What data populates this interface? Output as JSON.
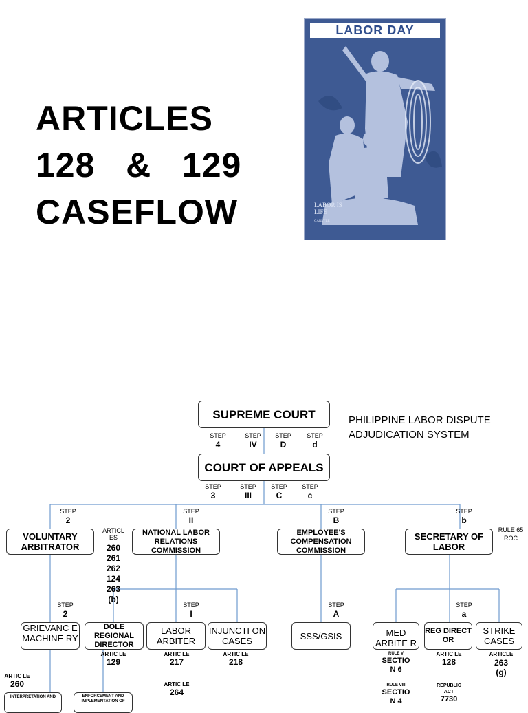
{
  "slide": {
    "title_lines": [
      "ARTICLES",
      "128   &   129",
      "CASEFLOW"
    ]
  },
  "stamp": {
    "banner": "LABOR DAY",
    "motto": "LABOR IS LIFE",
    "author": "CARLYLE"
  },
  "diagram": {
    "heading_line1": "PHILIPPINE LABOR DISPUTE",
    "heading_line2": "ADJUDICATION SYSTEM",
    "supreme_court": "SUPREME COURT",
    "court_of_appeals": "COURT OF APPEALS",
    "steps_top": [
      {
        "label": "STEP",
        "value": "4"
      },
      {
        "label": "STEP",
        "value": "IV"
      },
      {
        "label": "STEP",
        "value": "D"
      },
      {
        "label": "STEP",
        "value": "d"
      }
    ],
    "steps_mid": [
      {
        "label": "STEP",
        "value": "3"
      },
      {
        "label": "STEP",
        "value": "III"
      },
      {
        "label": "STEP",
        "value": "C"
      },
      {
        "label": "STEP",
        "value": "c"
      }
    ],
    "steps_branch": [
      {
        "label": "STEP",
        "value": "2"
      },
      {
        "label": "STEP",
        "value": "II"
      },
      {
        "label": "STEP",
        "value": "B"
      },
      {
        "label": "STEP",
        "value": "b"
      }
    ],
    "steps_lower": [
      {
        "label": "STEP",
        "value": "2"
      },
      {
        "label": "STEP",
        "value": "I"
      },
      {
        "label": "STEP",
        "value": "A"
      },
      {
        "label": "STEP",
        "value": "a"
      }
    ],
    "voluntary_arbitrator": "VOLUNTARY ARBITRATOR",
    "nlrc": "NATIONAL LABOR RELATIONS COMMISSION",
    "ecc": "EMPLOYEE'S COMPENSATION COMMISSION",
    "secretary_of_labor": "SECRETARY OF LABOR",
    "rule_65": "RULE 65 ROC",
    "articles_list": [
      "ARTICL ES",
      "260",
      "261",
      "262",
      "124",
      "263",
      "(b)"
    ],
    "grievance": "GRIEVANC E MACHINE RY",
    "dole_regional": "DOLE REGIONAL DIRECTOR",
    "labor_arbiter": "LABOR ARBITER",
    "injunction": "INJUNCTI ON CASES",
    "sss_gsis": "SSS/GSIS",
    "med_arbiter": "MED ARBITE R",
    "reg_director": "REG DIRECT OR",
    "strike_cases": "STRIKE CASES",
    "art_129": [
      "ARTIC LE",
      "129"
    ],
    "art_217": [
      "ARTIC LE",
      "217"
    ],
    "art_264": [
      "ARTIC LE",
      "264"
    ],
    "art_218": [
      "ARTIC LE",
      "218"
    ],
    "rule_v": [
      "RULE V",
      "SECTIO N 6"
    ],
    "rule_viii": [
      "RULE VIII",
      "SECTIO N 4"
    ],
    "art_128": [
      "ARTIC LE",
      "128"
    ],
    "republic_act": [
      "REPUBLIC ACT",
      "7730"
    ],
    "art_263g": [
      "ARTICLE",
      "263",
      "(g)"
    ],
    "art_260": [
      "ARTIC LE",
      "260"
    ],
    "interp_box": "INTERPRETATION AND",
    "enforcement_box": "ENFORCEMENT AND IMPLEMENTATION OF"
  },
  "colors": {
    "stamp_blue": "#3e5a93",
    "connector_blue": "#6f9bcf"
  }
}
